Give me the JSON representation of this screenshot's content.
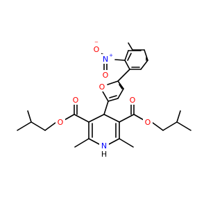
{
  "atoms": {
    "nitro_o_minus": {
      "text": "O",
      "sign": "−",
      "color": "#ff0000"
    },
    "nitro_n": {
      "text": "N",
      "sign": "+",
      "color": "#0000ff"
    },
    "nitro_o_double": {
      "text": "O",
      "color": "#ff0000"
    },
    "furan_o": {
      "text": "O",
      "color": "#ff0000"
    },
    "ester_left_o_carbonyl": {
      "text": "O",
      "color": "#ff0000"
    },
    "ester_left_o_ether": {
      "text": "O",
      "color": "#ff0000"
    },
    "ester_right_o_carbonyl": {
      "text": "O",
      "color": "#ff0000"
    },
    "ester_right_o_ether": {
      "text": "O",
      "color": "#ff0000"
    },
    "amine_n": {
      "text": "N",
      "color": "#0000ff"
    },
    "amine_h": {
      "text": "H",
      "color": "#000000"
    }
  }
}
